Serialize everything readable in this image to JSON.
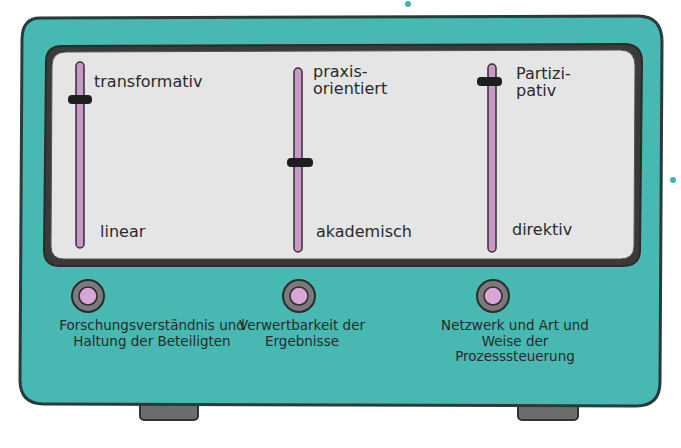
{
  "diagram": {
    "labels": [
      "transformativ",
      "linear",
      "praxis- orientiert",
      "akademisch",
      "Partizi- pativ",
      "direktiv",
      "Forschungsverständnis und Haltung der Beteiligten",
      "Verwertbarkeit der Ergebnisse",
      "Netzwerk und Art und Weise der Prozesssteuerung"
    ]
  }
}
